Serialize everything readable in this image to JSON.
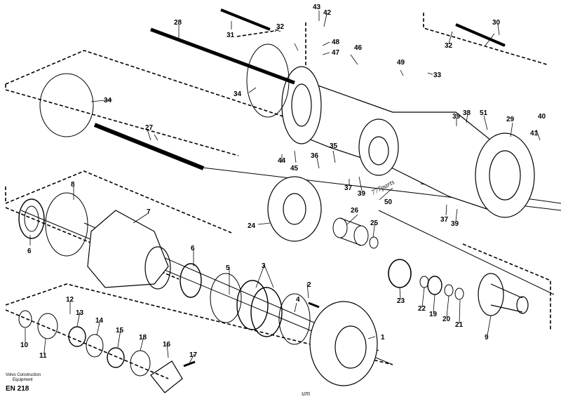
{
  "diagram": {
    "labels": [
      {
        "id": "l43",
        "text": "43"
      },
      {
        "id": "l42",
        "text": "42"
      },
      {
        "id": "l28",
        "text": "28"
      },
      {
        "id": "l32a",
        "text": "32"
      },
      {
        "id": "l31",
        "text": "31"
      },
      {
        "id": "l48",
        "text": "48"
      },
      {
        "id": "l47",
        "text": "47"
      },
      {
        "id": "l46",
        "text": "46"
      },
      {
        "id": "l49",
        "text": "49"
      },
      {
        "id": "l33",
        "text": "33"
      },
      {
        "id": "l30",
        "text": "30"
      },
      {
        "id": "l32b",
        "text": "32"
      },
      {
        "id": "l34a",
        "text": "34"
      },
      {
        "id": "l34b",
        "text": "34"
      },
      {
        "id": "l27",
        "text": "27"
      },
      {
        "id": "l39a",
        "text": "39"
      },
      {
        "id": "l38",
        "text": "38"
      },
      {
        "id": "l51",
        "text": "51"
      },
      {
        "id": "l29",
        "text": "29"
      },
      {
        "id": "l40",
        "text": "40"
      },
      {
        "id": "l41",
        "text": "41"
      },
      {
        "id": "l44",
        "text": "44"
      },
      {
        "id": "l45",
        "text": "45"
      },
      {
        "id": "l36",
        "text": "36"
      },
      {
        "id": "l35",
        "text": "35"
      },
      {
        "id": "l37a",
        "text": "37"
      },
      {
        "id": "l39b",
        "text": "39"
      },
      {
        "id": "l50",
        "text": "50"
      },
      {
        "id": "l8",
        "text": "8"
      },
      {
        "id": "l7",
        "text": "7"
      },
      {
        "id": "l26",
        "text": "26"
      },
      {
        "id": "l24",
        "text": "24"
      },
      {
        "id": "l25",
        "text": "25"
      },
      {
        "id": "l37b",
        "text": "37"
      },
      {
        "id": "l39c",
        "text": "39"
      },
      {
        "id": "l6a",
        "text": "6"
      },
      {
        "id": "l6b",
        "text": "6"
      },
      {
        "id": "l5",
        "text": "5"
      },
      {
        "id": "l3",
        "text": "3"
      },
      {
        "id": "l2",
        "text": "2"
      },
      {
        "id": "l4",
        "text": "4"
      },
      {
        "id": "l23",
        "text": "23"
      },
      {
        "id": "l22",
        "text": "22"
      },
      {
        "id": "l19",
        "text": "19"
      },
      {
        "id": "l20",
        "text": "20"
      },
      {
        "id": "l21",
        "text": "21"
      },
      {
        "id": "l9",
        "text": "9"
      },
      {
        "id": "l1",
        "text": "1"
      },
      {
        "id": "l12",
        "text": "12"
      },
      {
        "id": "l13",
        "text": "13"
      },
      {
        "id": "l14",
        "text": "14"
      },
      {
        "id": "l15",
        "text": "15"
      },
      {
        "id": "l10",
        "text": "10"
      },
      {
        "id": "l11",
        "text": "11"
      },
      {
        "id": "l18",
        "text": "18"
      },
      {
        "id": "l16",
        "text": "16"
      },
      {
        "id": "l17",
        "text": "17"
      }
    ],
    "watermark": "777parts",
    "scribble": "um"
  },
  "footer": {
    "brand_line1": "Volvo Construction",
    "brand_line2": "Equipment",
    "code": "EN 218"
  }
}
